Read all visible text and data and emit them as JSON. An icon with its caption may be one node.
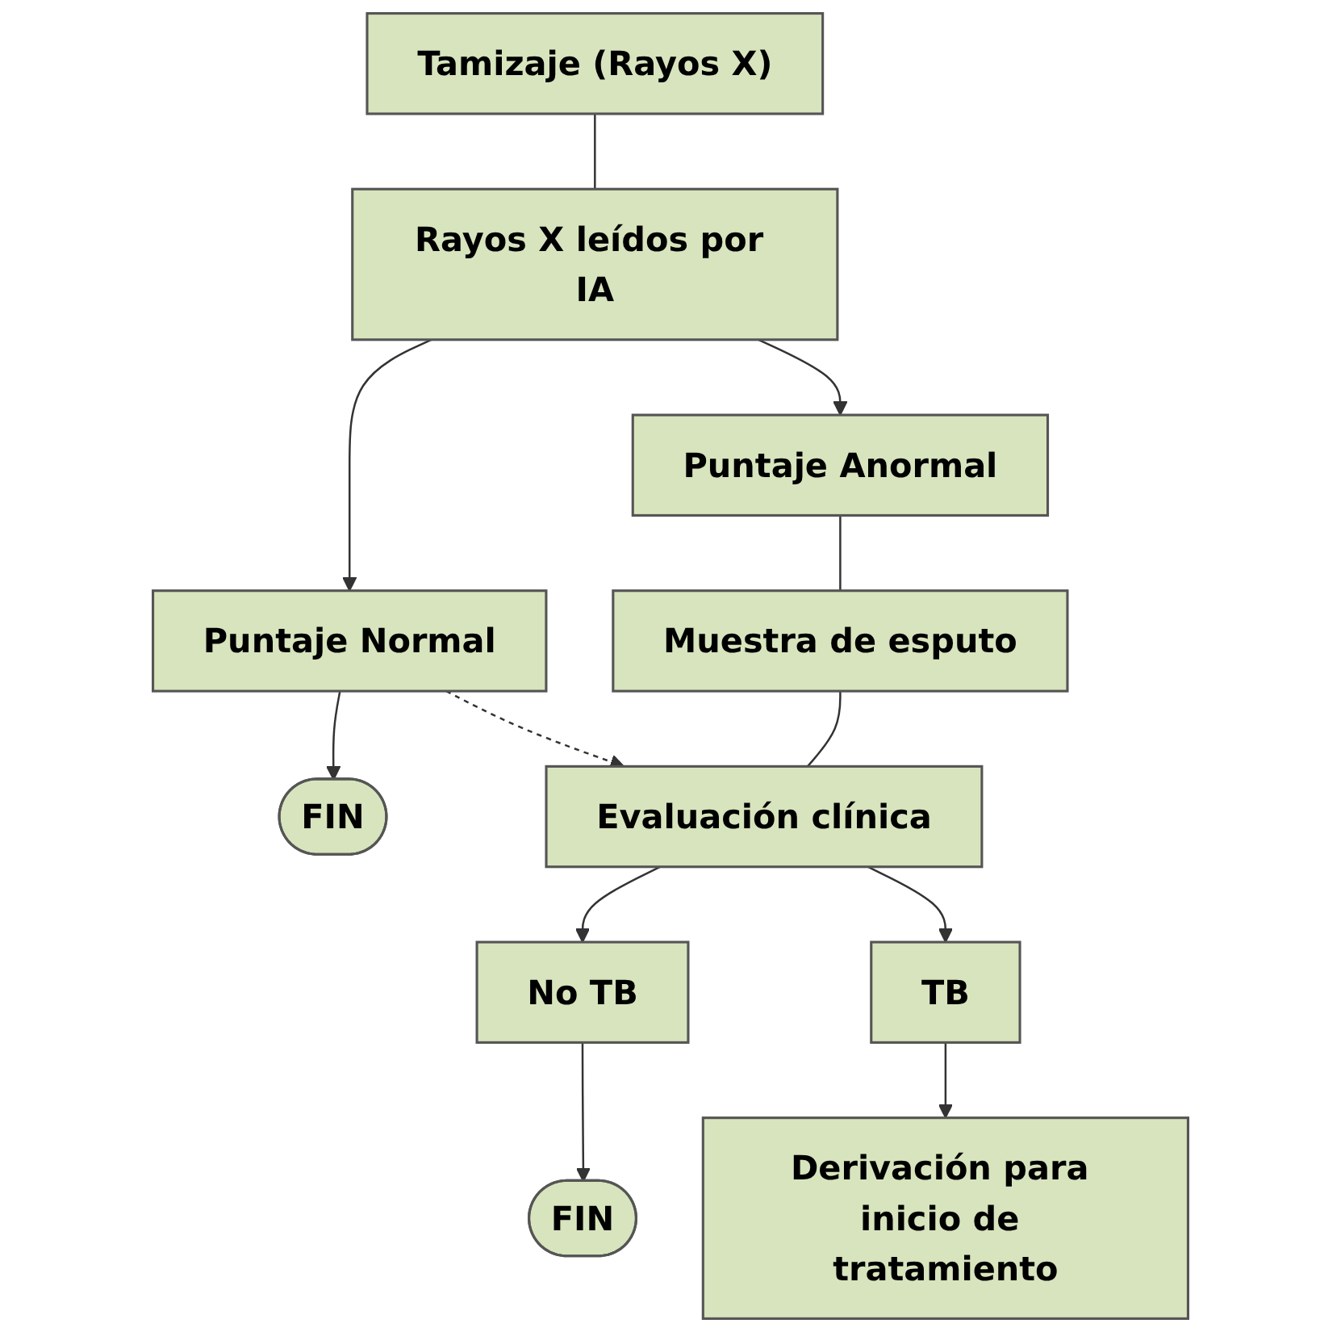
{
  "diagram": {
    "nodes": [
      {
        "text": [
          "Tamizaje (Rayos X)"
        ]
      },
      {
        "text": [
          "Rayos X leídos por IA"
        ]
      },
      {
        "text": [
          "Puntaje Normal"
        ]
      },
      {
        "text": [
          "Puntaje Anormal"
        ]
      },
      {
        "text": [
          "FIN"
        ]
      },
      {
        "text": [
          "Muestra de esputo"
        ]
      },
      {
        "text": [
          "Evaluación clínica"
        ]
      },
      {
        "text": [
          "No TB"
        ]
      },
      {
        "text": [
          "TB"
        ]
      },
      {
        "text": [
          "FIN"
        ]
      },
      {
        "text": [
          "Derivación para inicio de tratamiento"
        ]
      }
    ],
    "edges": [
      {
        "from": 0,
        "to": 1,
        "arrow": "none"
      },
      {
        "from": 1,
        "to": 2,
        "arrow": "to"
      },
      {
        "from": 1,
        "to": 3,
        "arrow": "to"
      },
      {
        "from": 2,
        "to": 4,
        "arrow": "to"
      },
      {
        "from": 2,
        "to": 6,
        "arrow": "to",
        "style": "dashed"
      },
      {
        "from": 3,
        "to": 5,
        "arrow": "none"
      },
      {
        "from": 5,
        "to": 6,
        "arrow": "none"
      },
      {
        "from": 6,
        "to": 7,
        "arrow": "to"
      },
      {
        "from": 6,
        "to": 8,
        "arrow": "to"
      },
      {
        "from": 7,
        "to": 9,
        "arrow": "to"
      },
      {
        "from": 8,
        "to": 10,
        "arrow": "to"
      }
    ]
  }
}
